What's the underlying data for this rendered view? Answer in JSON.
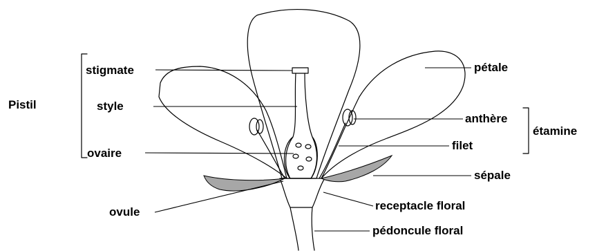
{
  "colors": {
    "ink": "#000000",
    "sepal": "#a7a7a7",
    "background": "#ffffff"
  },
  "group_labels": {
    "pistil": "Pistil",
    "etamine": "étamine"
  },
  "labels": {
    "stigmate": "stigmate",
    "style": "style",
    "ovaire": "ovaire",
    "ovule": "ovule",
    "petale": "pétale",
    "anthere": "anthère",
    "filet": "filet",
    "sepale": "sépale",
    "receptacle": "receptacle floral",
    "pedoncule": "pédoncule floral"
  }
}
